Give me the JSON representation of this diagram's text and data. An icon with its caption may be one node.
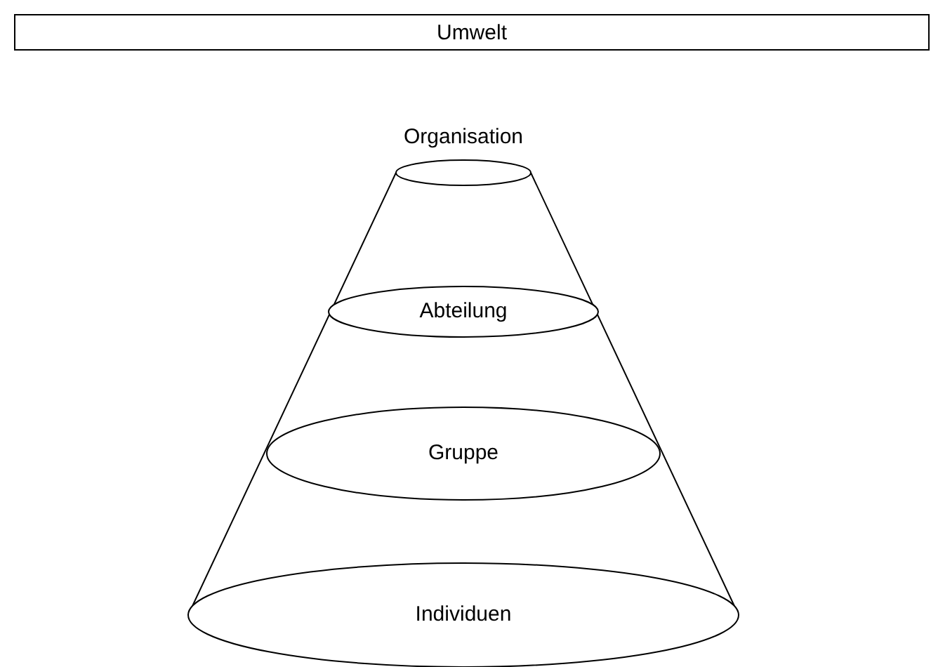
{
  "diagram": {
    "nodes": [
      {
        "text": [
          "Umwelt"
        ]
      },
      {
        "text": [
          "Organisation"
        ]
      },
      {
        "text": [
          "Abteilung"
        ]
      },
      {
        "text": [
          "Gruppe"
        ]
      },
      {
        "text": [
          "Individuen"
        ]
      }
    ]
  }
}
